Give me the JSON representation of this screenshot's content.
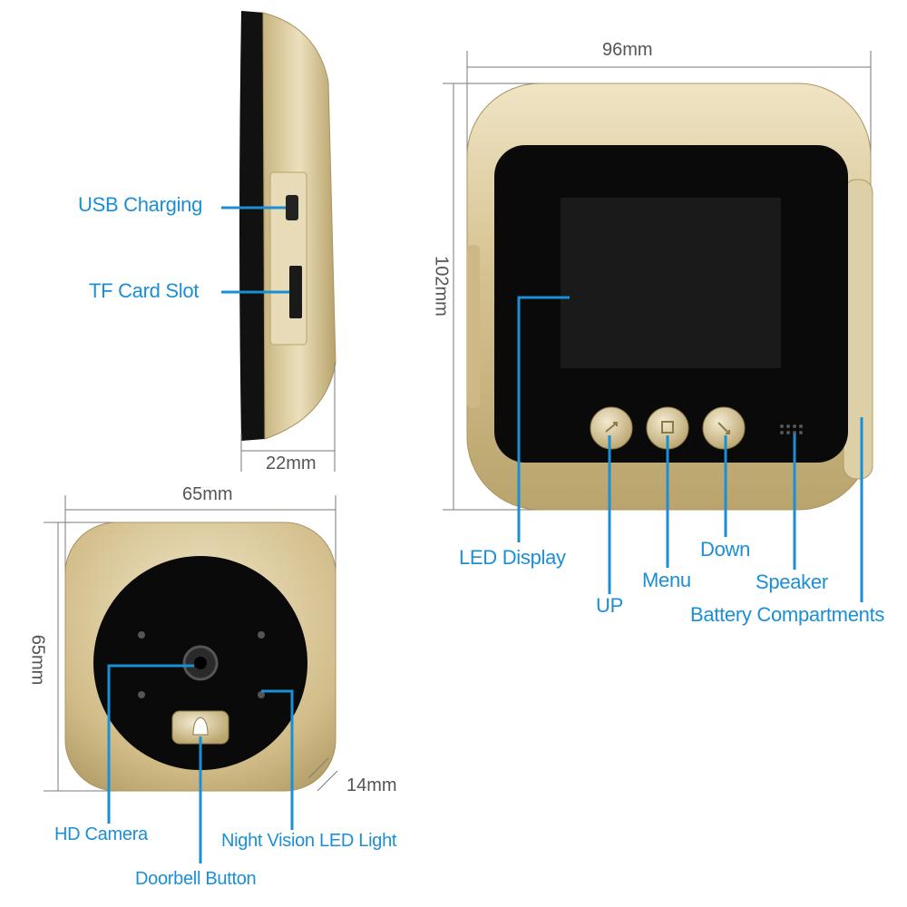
{
  "colors": {
    "label_blue": "#1a8fd6",
    "gold": "#d7c597",
    "gold_dark": "#a9955f",
    "screen_black": "#0a0a0a",
    "dimension_gray": "#7a7a7a"
  },
  "side_view": {
    "labels": {
      "usb_charging": "USB Charging",
      "tf_card_slot": "TF Card Slot"
    },
    "depth": "22mm"
  },
  "front_monitor": {
    "width": "96mm",
    "height": "102mm",
    "labels": {
      "led_display": "LED Display",
      "up": "UP",
      "menu": "Menu",
      "down": "Down",
      "speaker": "Speaker",
      "battery": "Battery Compartments"
    }
  },
  "camera_unit": {
    "width": "65mm",
    "height": "65mm",
    "thickness": "14mm",
    "labels": {
      "hd_camera": "HD Camera",
      "night_vision": "Night Vision LED Light",
      "doorbell": "Doorbell Button"
    }
  }
}
